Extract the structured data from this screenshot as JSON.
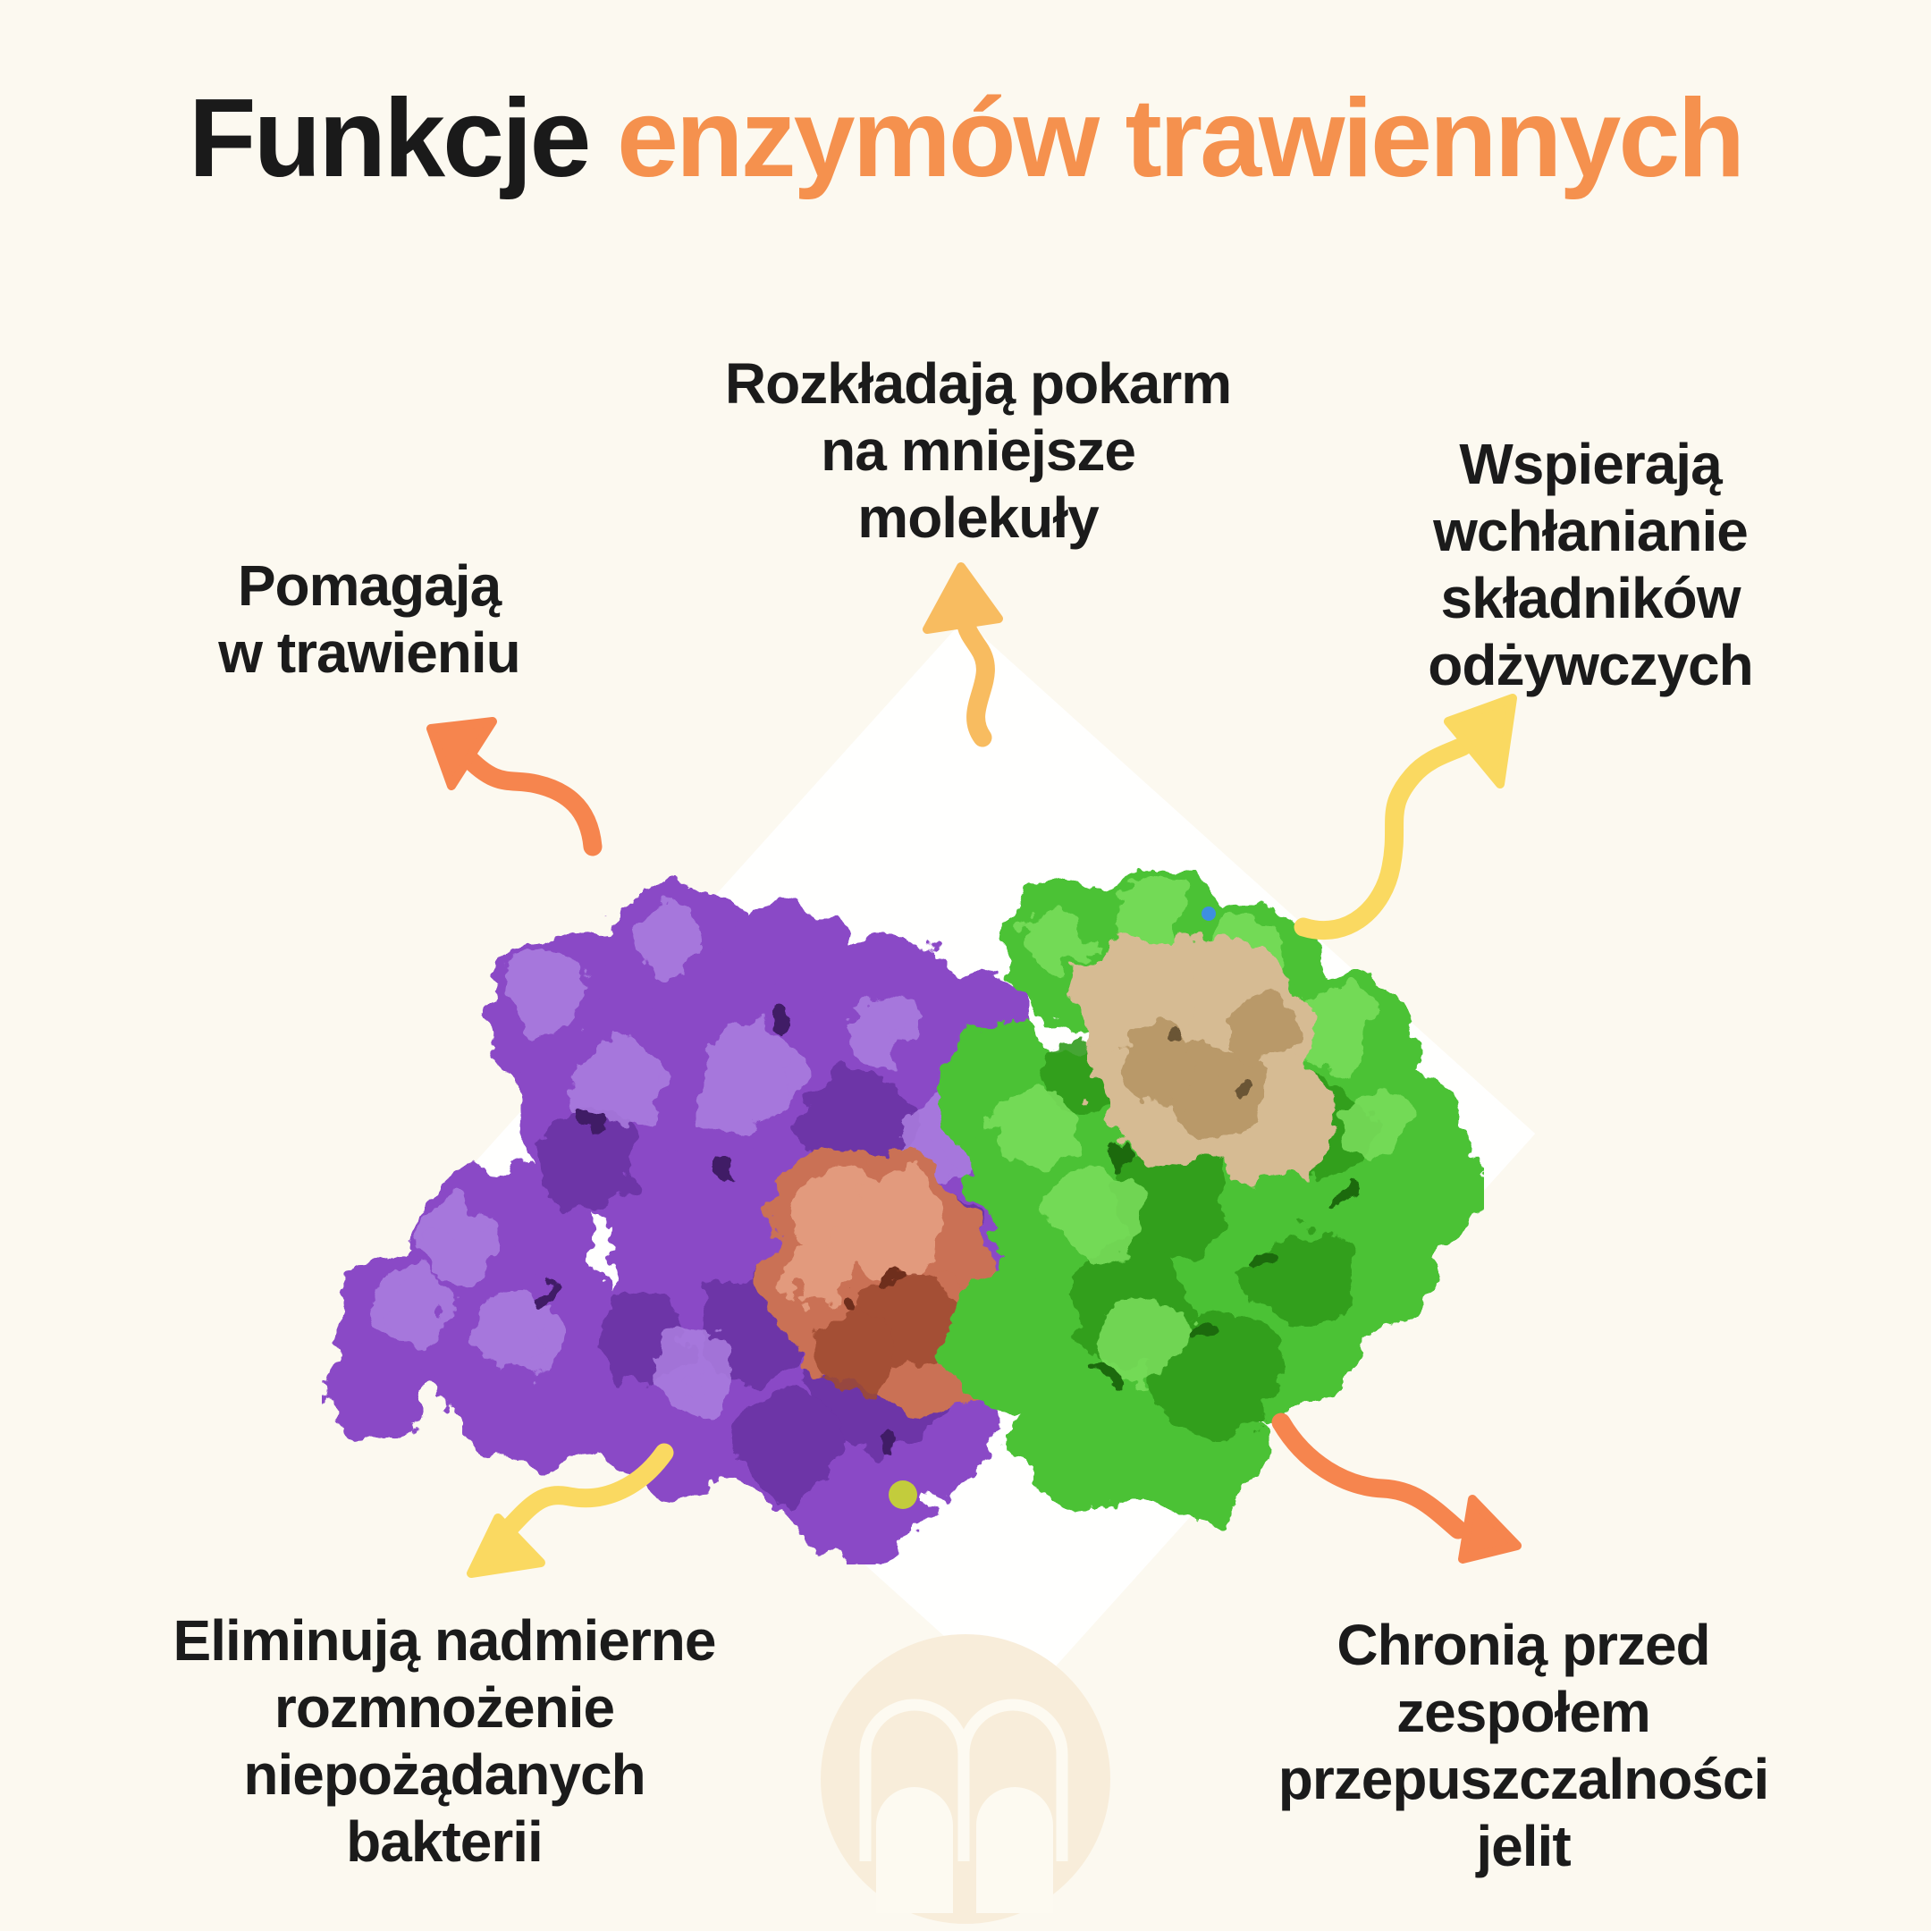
{
  "title": {
    "black": "Funkcje",
    "orange": " enzymów trawiennych"
  },
  "labels": {
    "break_down": "Rozkładają pokarm\nna mniejsze\nmolekuły",
    "support_absorption": "Wspierają\nwchłanianie\nskładników\nodżywczych",
    "help_digestion": "Pomagają\nw trawieniu",
    "eliminate_bacteria": "Eliminują nadmierne\nrozmnożenie\nniepożądanych\nbakterii",
    "protect_leaky_gut": "Chronią przed zespołem\nprzepuszczalności jelit"
  },
  "arrows": {
    "to_help_digestion": {
      "direction": "up-left",
      "color": "#F6854E"
    },
    "to_break_down": {
      "direction": "up",
      "color": "#F8BC60"
    },
    "to_support_absorption": {
      "direction": "up-right",
      "color": "#FAD961"
    },
    "to_eliminate_bacteria": {
      "direction": "down-left",
      "color": "#FAD961"
    },
    "to_protect_leaky_gut": {
      "direction": "down-right",
      "color": "#F6854E"
    }
  },
  "molecule": {
    "alt": "3D rendering of a digestive enzyme protein complex: large purple and green molecular surfaces with a tan and a salmon-colored enzyme subunit"
  },
  "watermark": {
    "alt": "faint circular arch logo watermark"
  },
  "colors": {
    "bg": "#FCF9F0",
    "title-black": "#1A1A1A",
    "title-orange": "#F5914E",
    "text": "#1B1B1B",
    "arrow-orange": "#F6854E",
    "arrow-amber": "#F8BC60",
    "arrow-yellow": "#FAD961",
    "mol-purple": "#8A4AC6",
    "mol-purple-light": "#AC7FE0",
    "mol-purple-dark": "#6A32A4",
    "mol-salmon": "#CA7154",
    "mol-salmon-light": "#E59F82",
    "mol-salmon-dark": "#9E4A31",
    "mol-tan": "#D6BB93",
    "mol-tan-dark": "#B2915F",
    "mol-green": "#4CC236",
    "mol-green-light": "#7ADF5C",
    "mol-green-dark": "#309C1C",
    "mol-speck-yellow": "#C3CC3C",
    "mol-speck-blue": "#3E8FE0",
    "watermark-circle": "#F8EDDA",
    "watermark-arch": "#FDFAF1",
    "diamond": "#FFFFFF"
  }
}
